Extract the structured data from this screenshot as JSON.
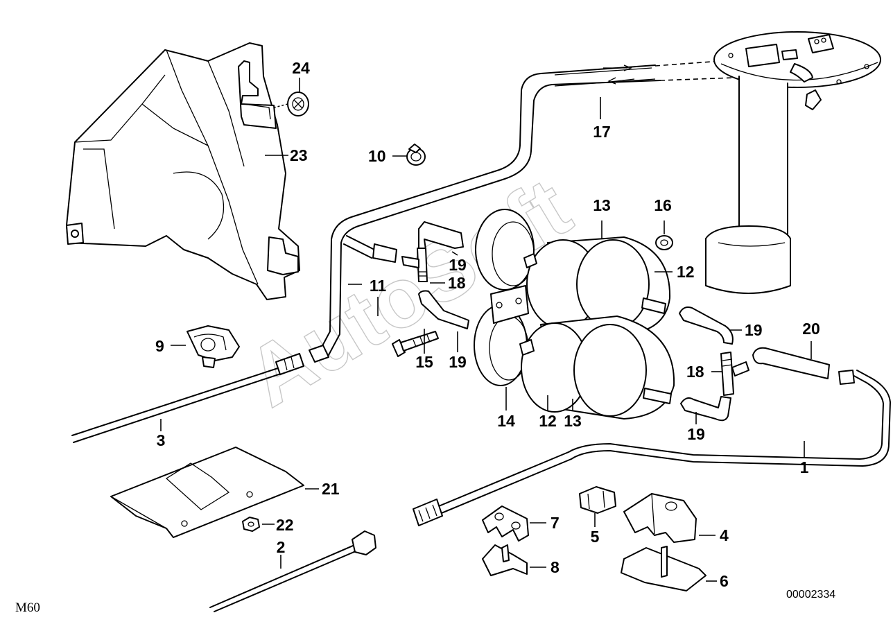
{
  "diagram": {
    "watermark": "AutoSoft",
    "model_code": "M60",
    "drawing_number": "00002334",
    "callouts": {
      "c1": "1",
      "c2": "2",
      "c3": "3",
      "c4": "4",
      "c5": "5",
      "c6": "6",
      "c7": "7",
      "c8": "8",
      "c9": "9",
      "c10": "10",
      "c11": "11",
      "c12a": "12",
      "c12b": "12",
      "c13a": "13",
      "c13b": "13",
      "c14": "14",
      "c15": "15",
      "c16": "16",
      "c17": "17",
      "c18a": "18",
      "c18b": "18",
      "c19a": "19",
      "c19b": "19",
      "c19c": "19",
      "c19d": "19",
      "c20": "20",
      "c21": "21",
      "c22": "22",
      "c23": "23",
      "c24": "24"
    }
  }
}
